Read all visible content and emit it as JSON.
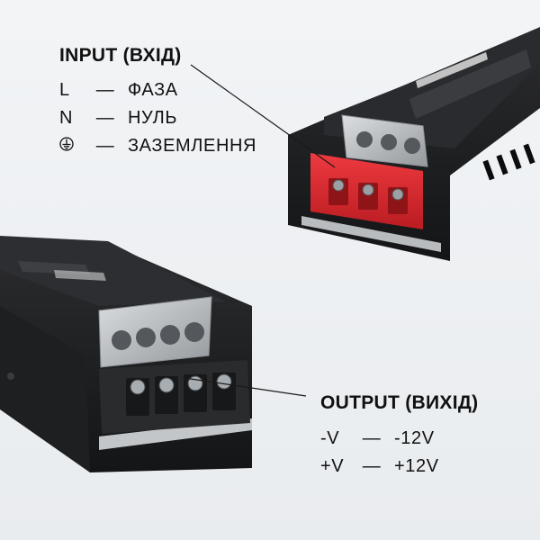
{
  "input": {
    "title": "INPUT (ВХІД)",
    "rows": [
      {
        "key": "L",
        "dash": "—",
        "value": "ФАЗА"
      },
      {
        "key": "N",
        "dash": "—",
        "value": "НУЛЬ"
      },
      {
        "key": "ground-icon",
        "dash": "—",
        "value": "ЗАЗЕМЛЕННЯ"
      }
    ]
  },
  "output": {
    "title": "OUTPUT (ВИХІД)",
    "rows": [
      {
        "key": "-V",
        "dash": "—",
        "value": "-12V"
      },
      {
        "key": "+V",
        "dash": "—",
        "value": "+12V"
      }
    ]
  },
  "colors": {
    "body": "#1b1c1e",
    "terminal_red": "#d9262b",
    "terminal_black": "#2a2b2d",
    "cover": "#cfd3d6",
    "background": "#eef0f2"
  }
}
